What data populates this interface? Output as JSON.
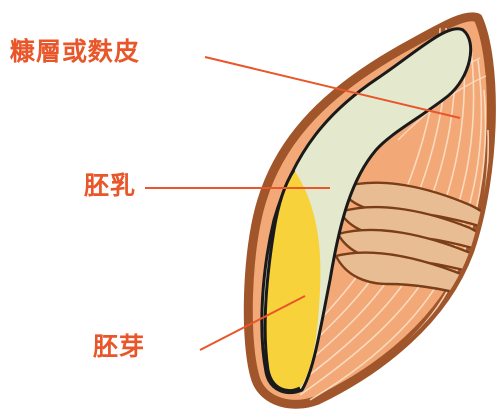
{
  "labels": {
    "bran": "糠層或麩皮",
    "endosperm": "胚乳",
    "germ": "胚芽"
  },
  "colors": {
    "label_text": "#e8562a",
    "leader_line": "#e8562a",
    "husk_outline": "#a0562a",
    "husk_fill": "#f2a877",
    "endosperm_fill": "#e4e9cd",
    "germ_fill": "#f7d23a",
    "inner_outline": "#1a1a1a",
    "band_fill": "#e9bd93"
  }
}
